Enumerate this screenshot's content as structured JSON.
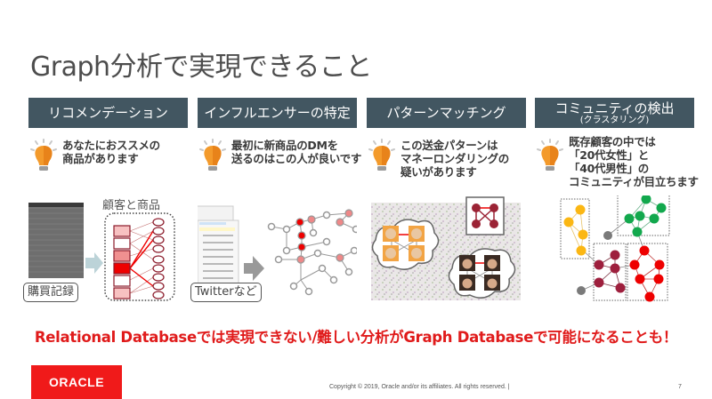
{
  "slide": {
    "title": "Graph分析で実現できること",
    "tagline": "Relational Databaseでは実現できない/難しい分析がGraph Databaseで可能になることも！",
    "footer": {
      "logo_text": "ORACLE",
      "copyright": "Copyright © 2019, Oracle and/or its affiliates. All rights reserved.  |",
      "page_number": "7"
    },
    "colors": {
      "header_bg": "#425661",
      "accent_red": "#e01b1b",
      "bulb_orange": "#f39a2b",
      "logo_red": "#f01a1a"
    }
  },
  "columns": [
    {
      "header": "リコメンデーション",
      "header_sub": "",
      "tip_lines": [
        "あなたにおススメの",
        "商品があります"
      ],
      "illustration": {
        "icon": "purchase-table-to-bipartite-graph",
        "caption_left": "購買記録",
        "caption_right": "顧客と商品"
      }
    },
    {
      "header": "インフルエンサーの特定",
      "header_sub": "",
      "tip_lines": [
        "最初に新商品のDMを",
        "送るのはこの人が良いです"
      ],
      "illustration": {
        "icon": "social-feed-to-network-graph",
        "caption_left": "Twitterなど"
      }
    },
    {
      "header": "パターンマッチング",
      "header_sub": "",
      "tip_lines": [
        "この送金パターンは",
        "マネーロンダリングの",
        "疑いがあります"
      ],
      "illustration": {
        "icon": "pattern-match-faces-graph"
      }
    },
    {
      "header": "コミュニティの検出",
      "header_sub": "(クラスタリング)",
      "tip_lines": [
        "既存顧客の中では",
        "「20代女性」と",
        "「40代男性」の",
        "コミュニティが目立ちます"
      ],
      "illustration": {
        "icon": "community-clusters-graph"
      }
    }
  ]
}
